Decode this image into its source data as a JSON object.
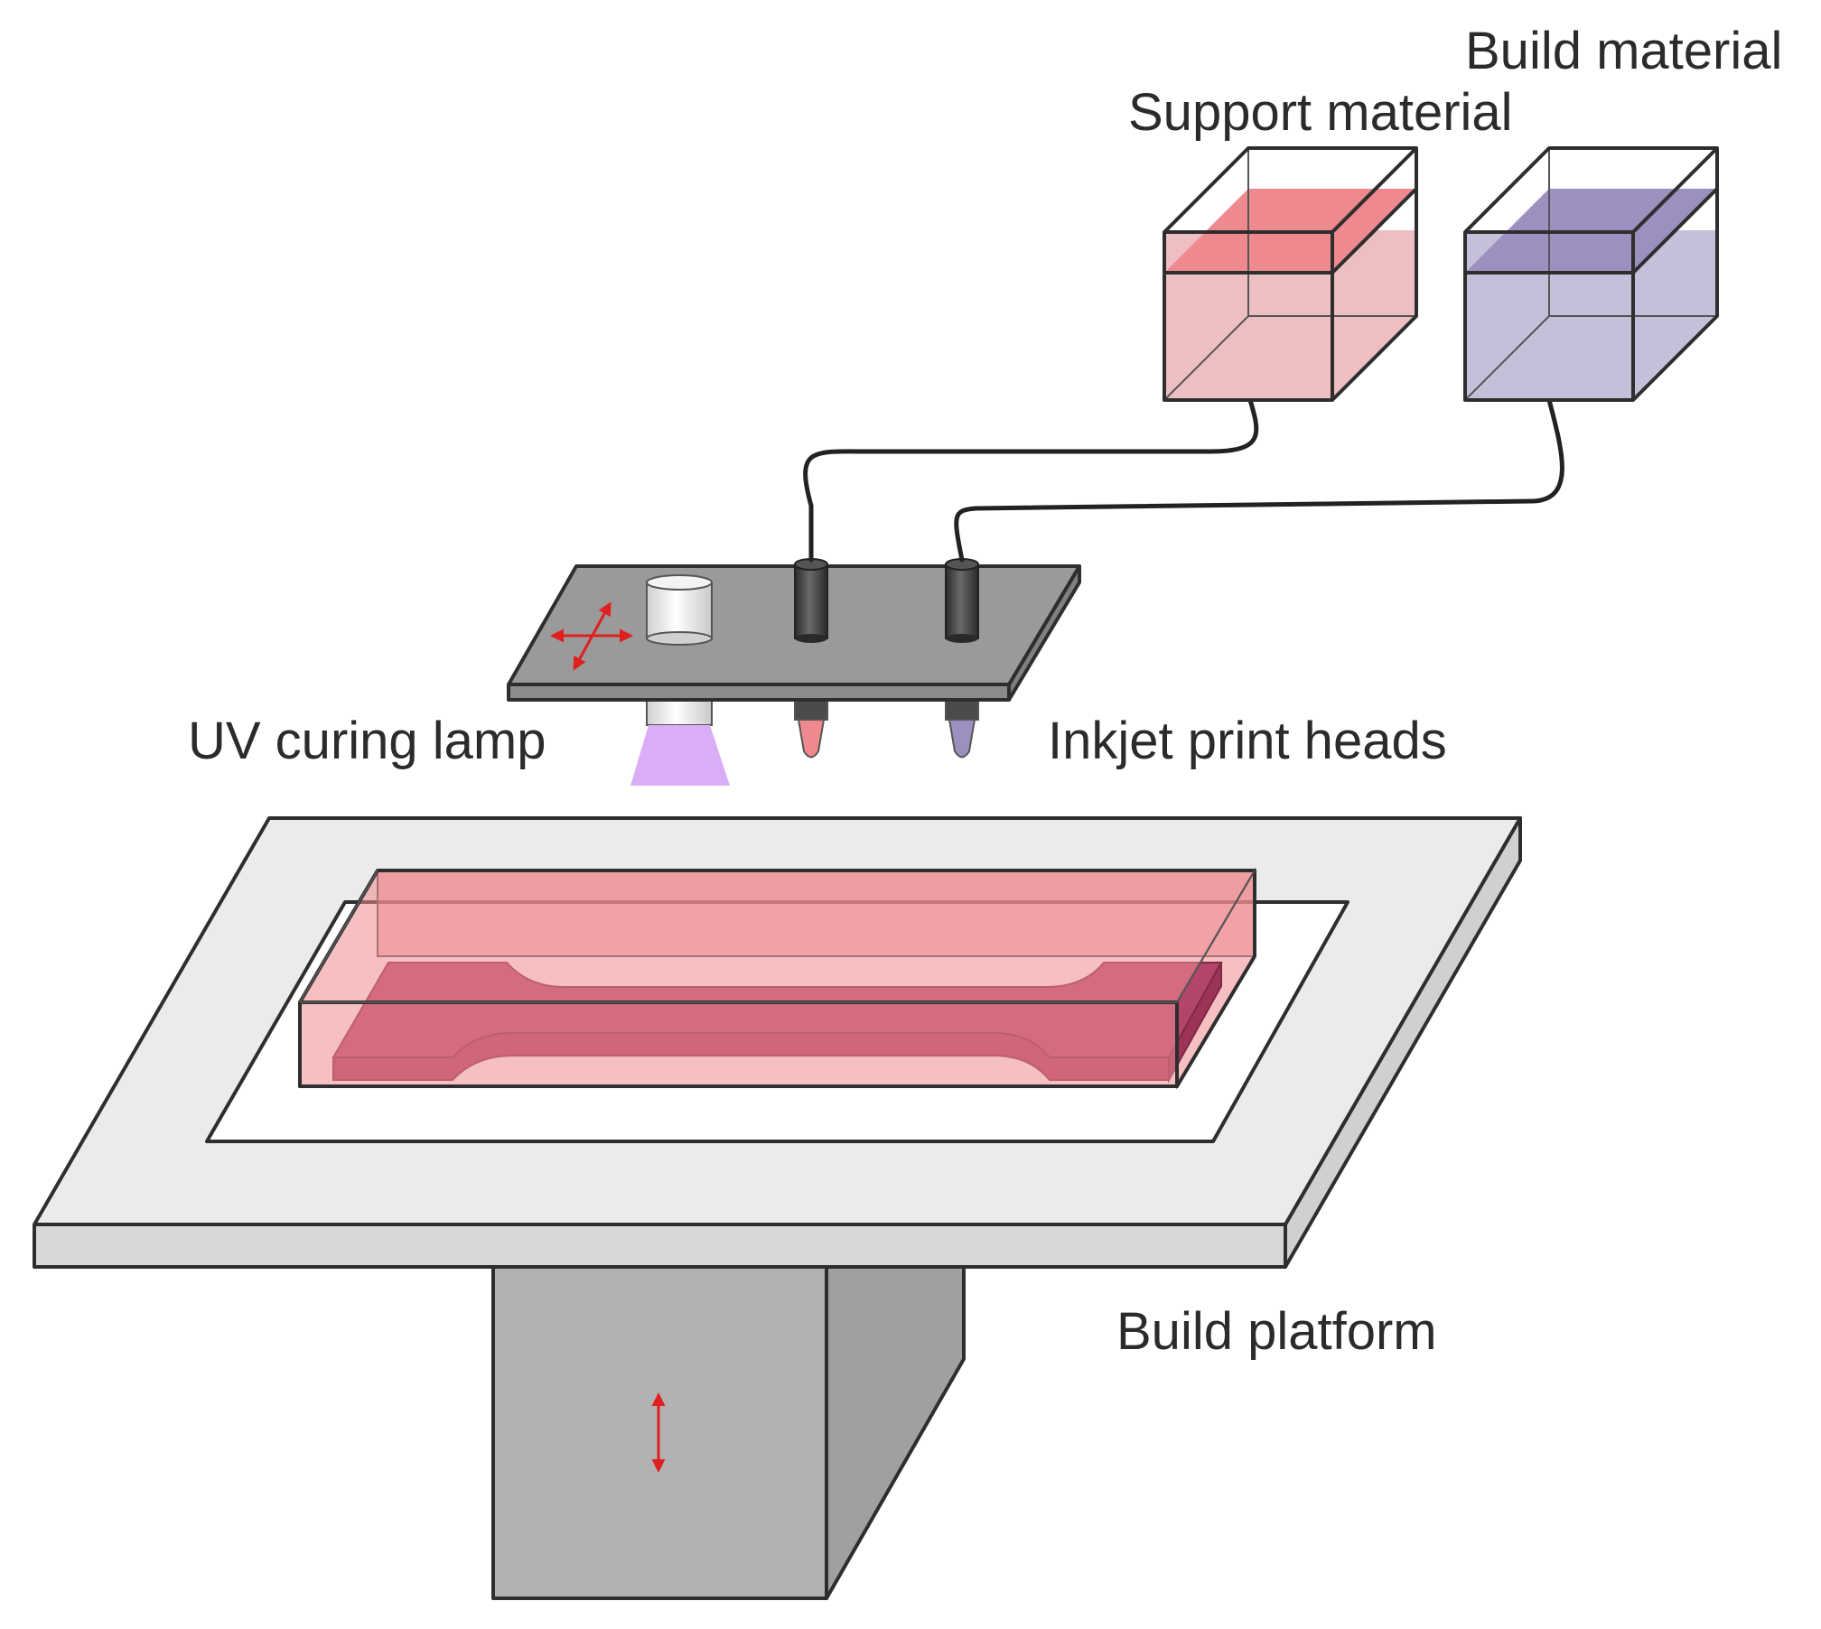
{
  "labels": {
    "build_material": "Build material",
    "support_material": "Support material",
    "uv_curing_lamp": "UV curing lamp",
    "inkjet_print_heads": "Inkjet print heads",
    "build_platform": "Build platform"
  },
  "colors": {
    "support": "#ee8a8f",
    "support_light": "#edbfc3",
    "build": "#9b90c0",
    "build_light": "#c5c0d9",
    "part": "#b3456a",
    "uv_light": "#d9aef7",
    "platform_top": "#eaebea",
    "platform_side": "#d6d7d6",
    "carriage": "#999a99",
    "pedestal": "#b1b2b1",
    "arrow": "#e02020"
  },
  "icons": [
    "xy-motion-arrows-icon",
    "z-motion-arrow-icon"
  ]
}
